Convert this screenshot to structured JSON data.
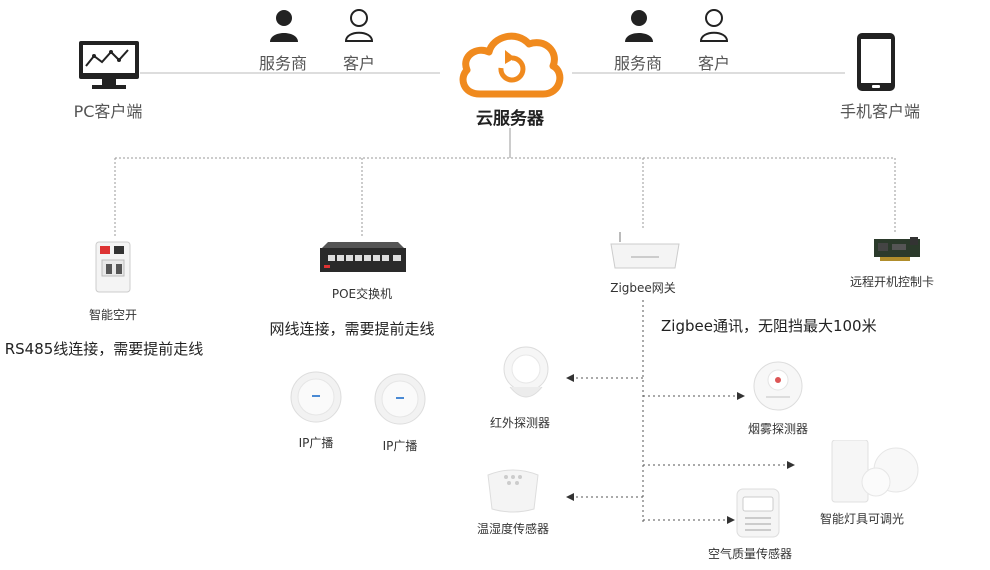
{
  "top": {
    "pc_label": "PC客户端",
    "mobile_label": "手机客户端",
    "cloud_label": "云服务器",
    "left_provider": "服务商",
    "left_customer": "客户",
    "right_provider": "服务商",
    "right_customer": "客户"
  },
  "devices": {
    "breaker": {
      "name": "智能空开",
      "note": "RS485线连接，需要提前走线"
    },
    "poe": {
      "name": "POE交换机",
      "note": "网线连接，需要提前走线"
    },
    "ip_broadcast_1": "IP广播",
    "ip_broadcast_2": "IP广播",
    "zigbee_gateway": {
      "name": "Zigbee网关",
      "note": "Zigbee通讯，无阻挡最大100米"
    },
    "remote_card": "远程开机控制卡",
    "infrared": "红外探测器",
    "smoke": "烟雾探测器",
    "temp_humidity": "温湿度传感器",
    "air_quality": "空气质量传感器",
    "smart_light": "智能灯具可调光"
  },
  "colors": {
    "cloud": "#f08a1e",
    "line": "#aaaaaa",
    "dark": "#222222"
  }
}
